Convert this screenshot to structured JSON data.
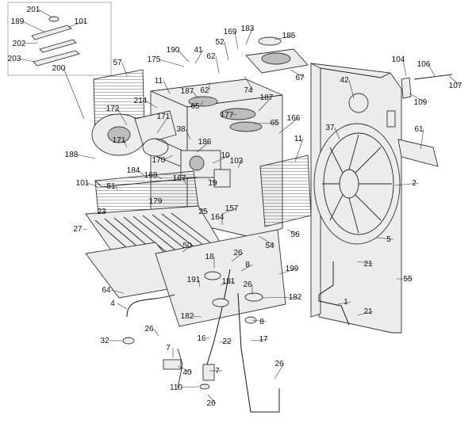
{
  "diagram": {
    "part_numbers": [
      "201",
      "189",
      "101",
      "202",
      "203",
      "200",
      "190",
      "41",
      "169",
      "183",
      "185",
      "175",
      "52",
      "62",
      "67",
      "57",
      "11",
      "214",
      "187",
      "62",
      "74",
      "187",
      "172",
      "65",
      "177",
      "65",
      "166",
      "171",
      "38",
      "42",
      "104",
      "106",
      "107",
      "109",
      "188",
      "171",
      "170",
      "186",
      "10",
      "103",
      "11",
      "37",
      "61",
      "184",
      "168",
      "167",
      "19",
      "2",
      "101",
      "51",
      "179",
      "25",
      "157",
      "23",
      "27",
      "164",
      "56",
      "5",
      "50",
      "54",
      "18",
      "26",
      "8",
      "21",
      "199",
      "55",
      "191",
      "181",
      "64",
      "26",
      "182",
      "1",
      "4",
      "182",
      "8",
      "21",
      "26",
      "16",
      "22",
      "17",
      "32",
      "7",
      "40",
      "7",
      "26",
      "110",
      "26"
    ]
  }
}
